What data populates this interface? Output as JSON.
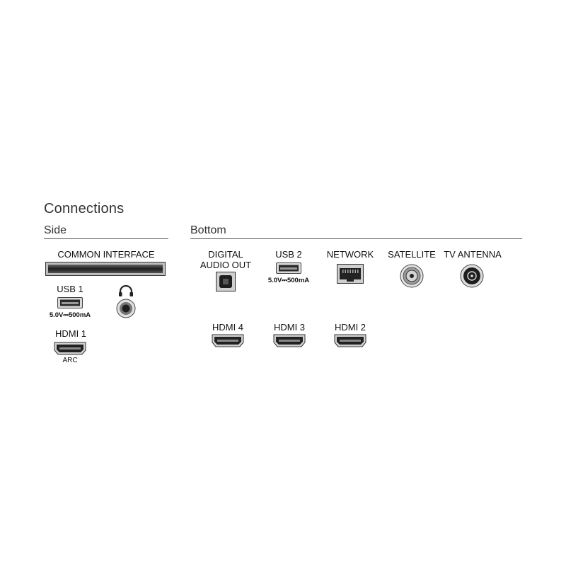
{
  "title": "Connections",
  "sections": {
    "side": "Side",
    "bottom": "Bottom"
  },
  "side": {
    "common_interface": "COMMON INTERFACE",
    "usb1": {
      "label": "USB 1",
      "spec": "5.0V⎓500mA"
    },
    "hdmi1": {
      "label": "HDMI 1",
      "sub": "ARC"
    }
  },
  "bottom": {
    "digital_audio_out": {
      "line1": "DIGITAL",
      "line2": "AUDIO OUT"
    },
    "usb2": {
      "label": "USB 2",
      "spec": "5.0V⎓500mA"
    },
    "network": "NETWORK",
    "satellite": "SATELLITE",
    "tv_antenna": "TV ANTENNA",
    "hdmi4": "HDMI 4",
    "hdmi3": "HDMI 3",
    "hdmi2": "HDMI 2"
  },
  "colors": {
    "port_dark": "#2a2a2a",
    "port_mid": "#8a8a8a",
    "rule": "#555555"
  }
}
